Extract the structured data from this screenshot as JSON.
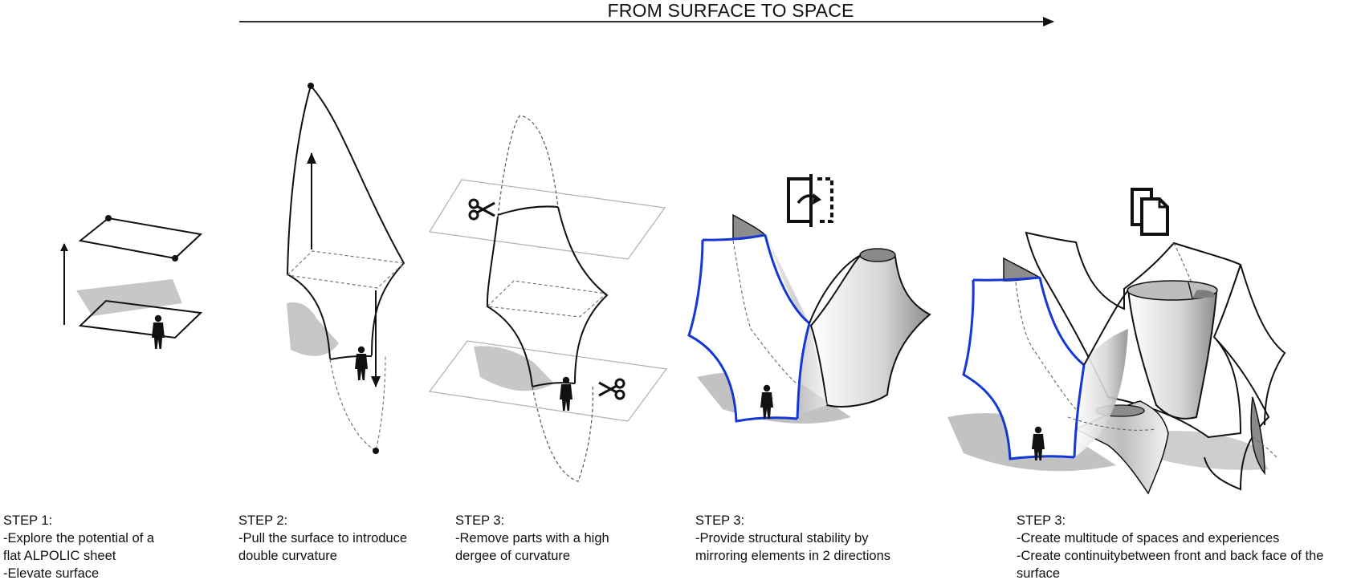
{
  "header": {
    "title": "FROM SURFACE TO SPACE"
  },
  "steps": [
    {
      "heading": "STEP 1:",
      "lines": [
        "-Explore the potential of a",
        "flat ALPOLIC sheet",
        "-Elevate surface"
      ]
    },
    {
      "heading": "STEP 2:",
      "lines": [
        "-Pull the surface to introduce",
        "double curvature"
      ]
    },
    {
      "heading": "STEP 3:",
      "lines": [
        "-Remove parts with a high",
        "dergee of curvature"
      ]
    },
    {
      "heading": "STEP 3:",
      "lines": [
        "-Provide structural stability by",
        "mirroring elements in 2 directions"
      ]
    },
    {
      "heading": "STEP 3:",
      "lines": [
        "-Create multitude of spaces and experiences",
        "-Create continuitybetween front and back face of the",
        "surface"
      ]
    }
  ],
  "icons": [
    "scissors-icon",
    "mirror-icon",
    "copy-icon",
    "person-icon"
  ],
  "colors": {
    "accent_blue": "#1338d6",
    "ink": "#111111",
    "shadow": "#b5b5b5",
    "guide": "#999999"
  }
}
